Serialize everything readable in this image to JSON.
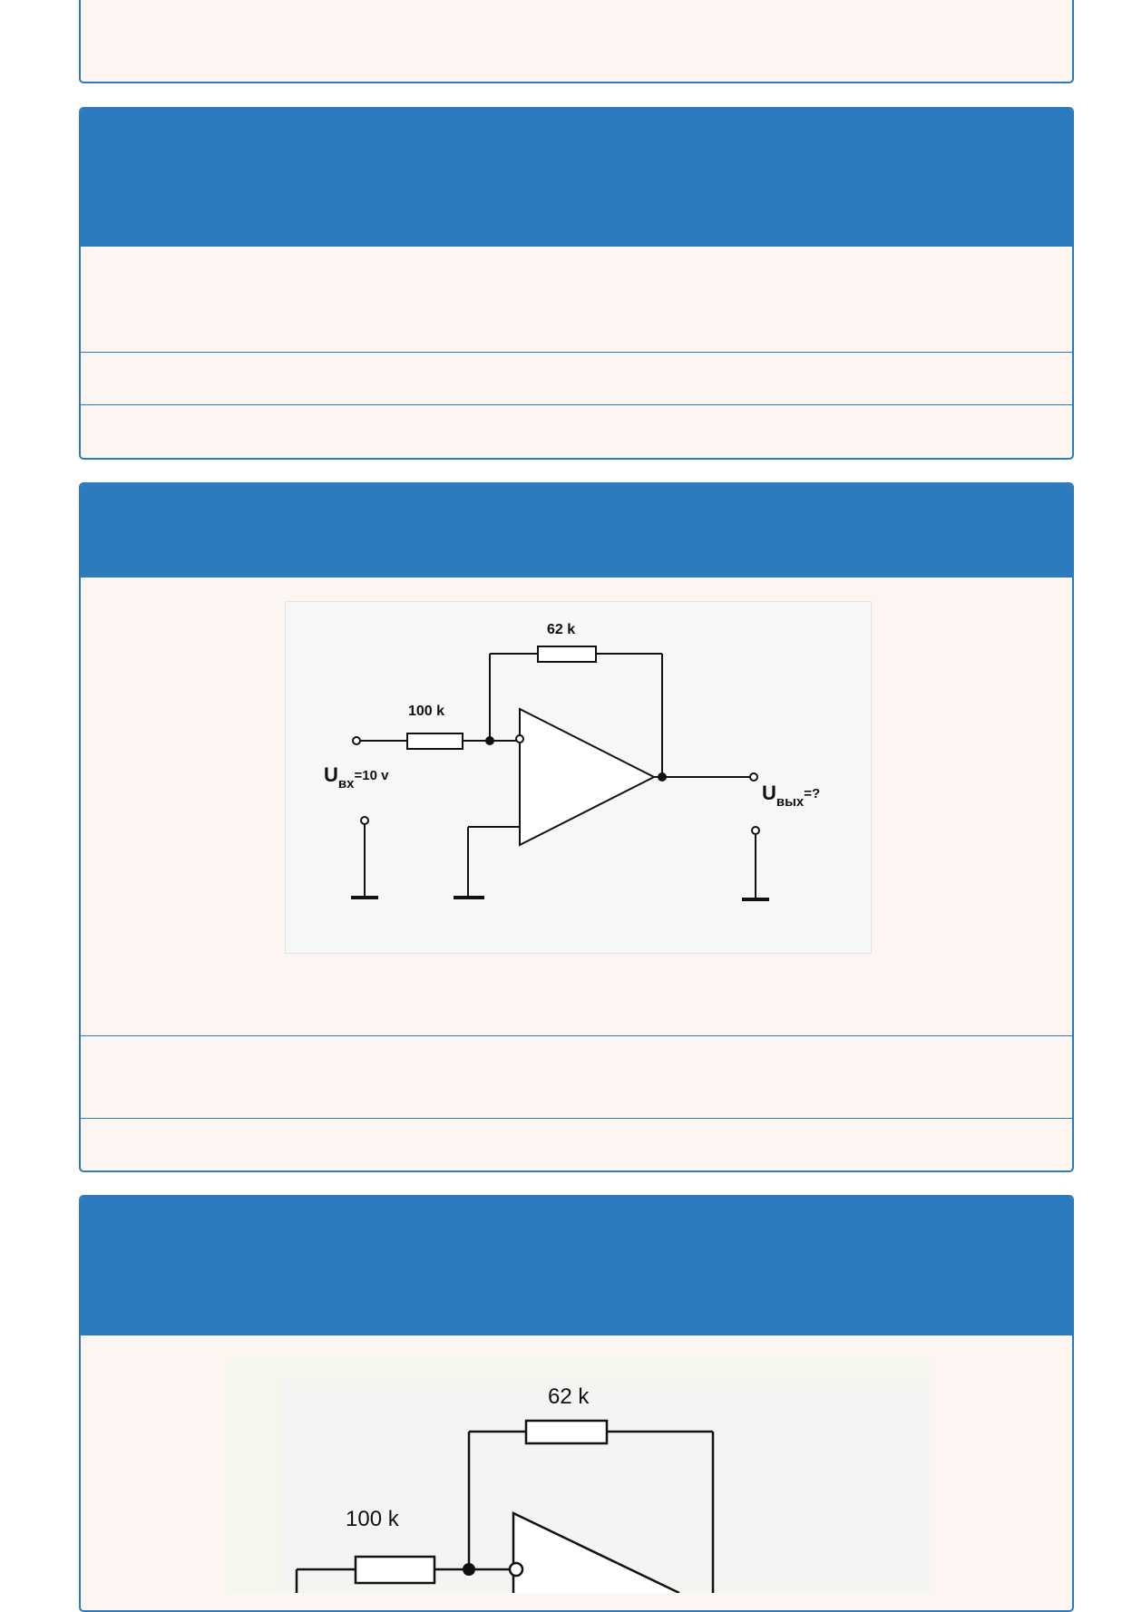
{
  "circuit_1": {
    "feedback_resistor": "62 k",
    "input_resistor": "100 k",
    "input_symbol": "U",
    "input_subscript": "вх",
    "input_value": "=10 v",
    "output_symbol": "U",
    "output_subscript": "вых",
    "output_value": "=?"
  },
  "circuit_2": {
    "feedback_resistor": "62 k",
    "input_resistor": "100 k"
  }
}
